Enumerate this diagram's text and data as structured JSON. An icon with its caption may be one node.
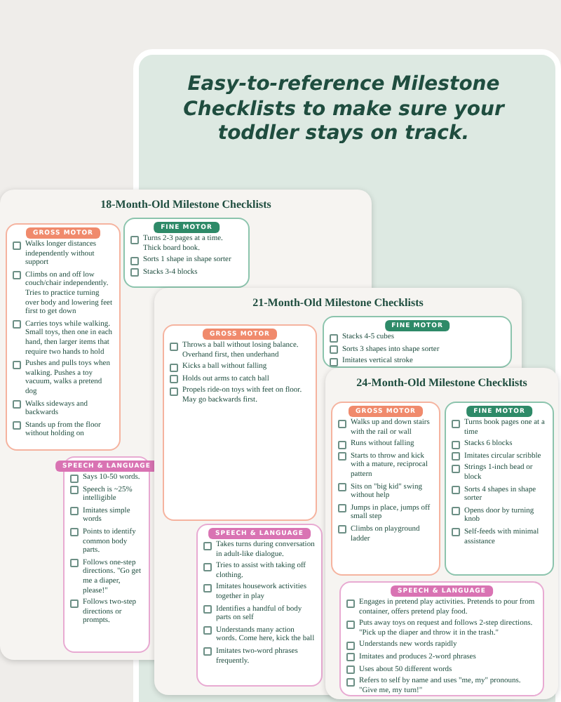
{
  "diagram": {
    "title": "Easy-to-reference Milestone Checklists to make sure your toddler stays on track.",
    "nodes": [
      {
        "text": [
          "18-Month-Old Milestone Checklists"
        ]
      },
      {
        "text": [
          "GROSS MOTOR",
          "Walks longer distances independently without support",
          "Climbs on and off low couch/chair independently. Tries to practice turning over body and lowering feet first to get down",
          "Carries toys while walking. Small toys, then one in each hand, then larger items that require two hands to hold",
          "Pushes and pulls toys when walking. Pushes a toy vacuum, walks a pretend dog",
          "Walks sideways and backwards",
          "Stands up from the floor without holding on"
        ],
        "in": 0
      },
      {
        "text": [
          "FINE MOTOR",
          "Turns 2-3 pages at a time. Thick board book.",
          "Sorts 1 shape in shape sorter",
          "Stacks 3-4 blocks"
        ],
        "in": 0
      },
      {
        "text": [
          "SPEECH & LANGUAGE",
          "Says 10-50 words.",
          "Speech is ~25% intelligible",
          "Imitates simple words",
          "Points to identify common body parts.",
          "Follows one-step directions. \"Go get me a diaper, please!\"",
          "Follows two-step directions or prompts."
        ],
        "in": 0
      },
      {
        "text": [
          "21-Month-Old Milestone Checklists"
        ]
      },
      {
        "text": [
          "GROSS MOTOR",
          "Throws a ball without losing balance. Overhand first, then underhand",
          "Kicks a ball without falling",
          "Holds out arms to catch ball",
          "Propels ride-on toys with feet on floor. May go backwards first."
        ]
      },
      {
        "text": [
          "FINE MOTOR",
          "Stacks 4-5 cubes",
          "Sorts 3 shapes into shape sorter",
          "Imitates vertical stroke"
        ],
        "in": 4
      },
      {
        "text": [
          "SPEECH & LANGUAGE",
          "Takes turns during conversation in adult-like dialogue.",
          "Tries to assist with taking off clothing.",
          "Imitates housework activities together in play",
          "Identifies a handful of body parts on self",
          "Understands many action words. Come here, kick the ball",
          "Imitates two-word phrases frequently."
        ],
        "in": 4
      },
      {
        "text": [
          "24-Month-Old Milestone Checklists"
        ]
      },
      {
        "text": [
          "GROSS MOTOR",
          "Walks up and down stairs with the rail or wall",
          "Runs without falling",
          "Starts to throw and kick with a mature, reciprocal pattern",
          "Sits on \"big kid\" swing without help",
          "Jumps in place, jumps off small step",
          "Climbs on playground ladder"
        ],
        "in": 8
      },
      {
        "text": [
          "FINE MOTOR",
          "Turns book pages one at a time",
          "Stacks 6 blocks",
          "Imitates circular scribble",
          "Strings 1-inch bead or block",
          "Sorts 4 shapes in shape sorter",
          "Opens door by turning knob",
          "Self-feeds with minimal assistance"
        ],
        "in": 8
      },
      {
        "text": [
          "SPEECH & LANGUAGE",
          "Engages in pretend play activities. Pretends to pour from container, offers pretend play food.",
          "Puts away toys on request and follows 2-step directions. \"Pick up the diaper and throw it in the trash.\"",
          "Understands new words rapidly",
          "Imitates and produces 2-word phrases",
          "Uses about 50 different words",
          "Refers to self by name and uses \"me, my\" pronouns. \"Give me, my turn!\""
        ],
        "in": 8
      }
    ]
  }
}
